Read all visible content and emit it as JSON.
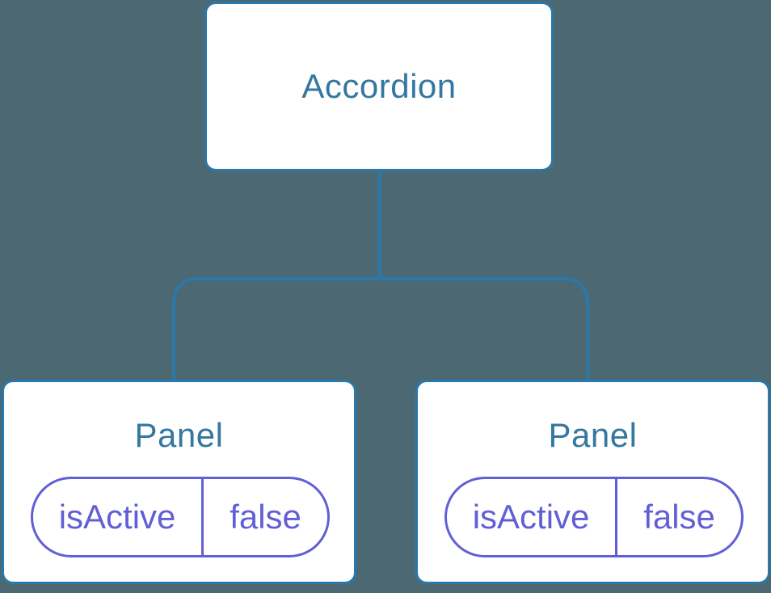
{
  "colors": {
    "background": "#4c6973",
    "connector": "#2b77aa",
    "node_border": "#2b77aa",
    "node_text": "#34779f",
    "pill": "#615fd6"
  },
  "tree": {
    "root": {
      "label": "Accordion"
    },
    "panels": [
      {
        "label": "Panel",
        "state": {
          "name": "isActive",
          "value": "false"
        }
      },
      {
        "label": "Panel",
        "state": {
          "name": "isActive",
          "value": "false"
        }
      }
    ]
  }
}
